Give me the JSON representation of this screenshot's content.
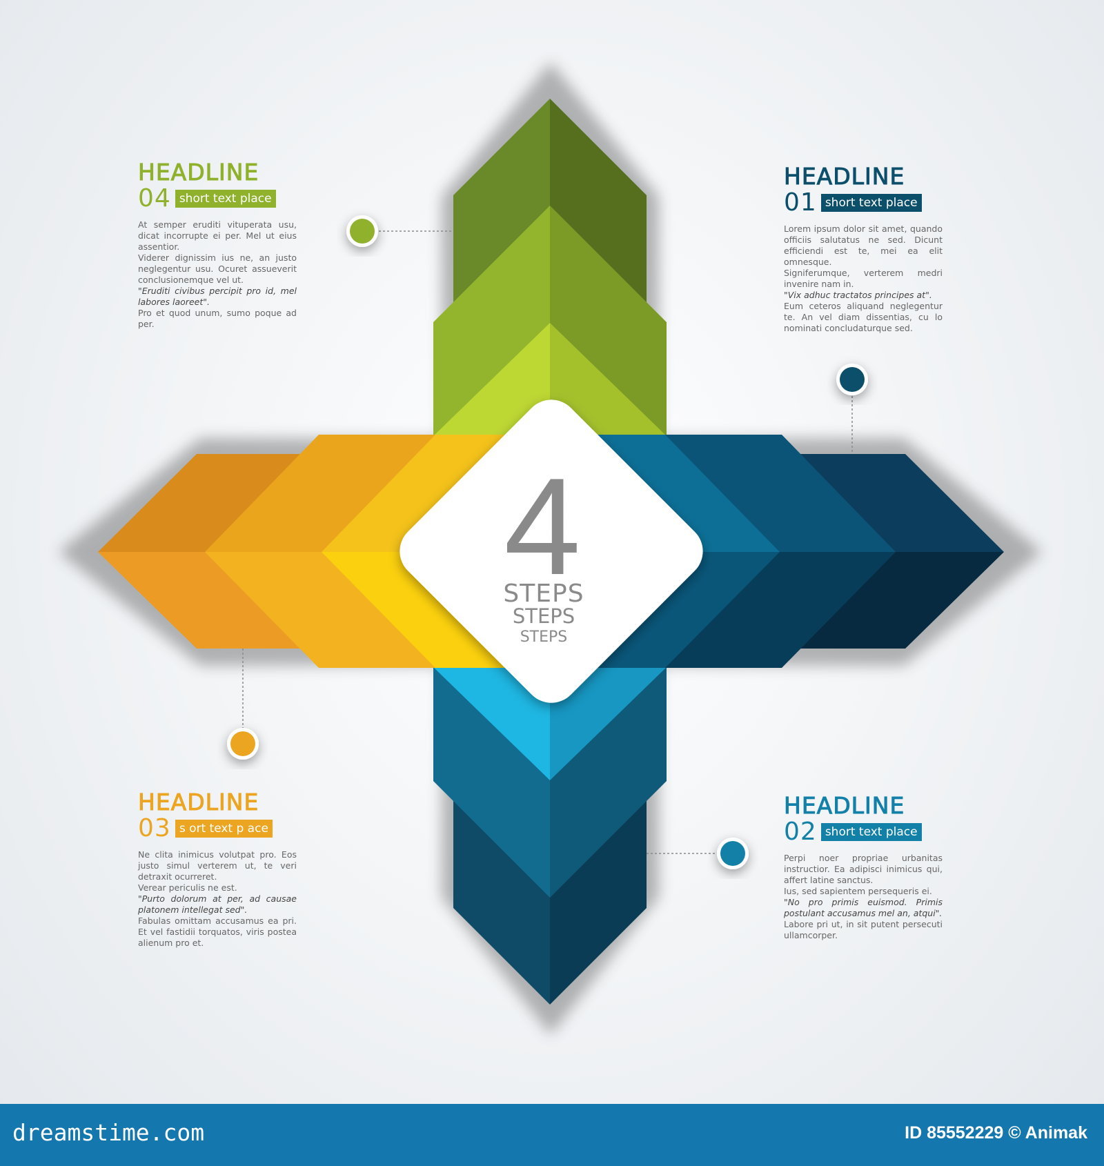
{
  "center": {
    "number": "4",
    "lines": [
      "STEPS",
      "STEPS",
      "STEPS"
    ]
  },
  "steps": [
    {
      "headline": "HEADLINE",
      "num": "01",
      "tag": "short text place",
      "color": "#0c4f6b",
      "body": [
        "Lorem ipsum dolor sit amet, quando officiis salutatus ne sed. Dicunt efficiendi est te, mei ea elit omnesque.",
        "Signiferumque, verterem medri invenire nam in.",
        "\"Vix adhuc tractatos principes at\".",
        "Eum ceteros aliquand neglegentur te. An vel diam dissentias, cu lo nominati concludaturque sed."
      ]
    },
    {
      "headline": "HEADLINE",
      "num": "02",
      "tag": "short text place",
      "color": "#1380a8",
      "body": [
        "Perpi noer propriae urbanitas instructior. Ea adipisci inimicus qui, affert latine sanctus.",
        "Ius, sed sapientem persequeris ei.",
        "\"No pro primis euismod. Primis postulant accusamus mel an, atqui\".",
        "Labore pri ut, in sit putent persecuti ullamcorper."
      ]
    },
    {
      "headline": "HEADLINE",
      "num": "03",
      "tag": "s  ort text p ace",
      "color": "#eba520",
      "body": [
        "Ne clita inimicus volutpat pro. Eos justo simul verterem ut, te veri detraxit ocurreret.",
        "Verear periculis ne est.",
        "\"Purto dolorum at per, ad causae platonem intellegat sed\".",
        "Fabulas omittam accusamus ea pri. Et vel fastidii torquatos, viris postea alienum pro et."
      ]
    },
    {
      "headline": "HEADLINE",
      "num": "04",
      "tag": "short text place",
      "color": "#8fb12b",
      "body": [
        "At semper eruditi vituperata usu, dicat incorrupte ei per. Mel ut eius assentior.",
        "Viderer dignissim ius ne, an justo neglegentur usu. Ocuret assueverit conclusionemque vel ut.",
        "\"Eruditi civibus percipit pro id, mel labores laoreet\".",
        "Pro et quod unum, sumo poque ad per."
      ]
    }
  ],
  "footer": {
    "logo": "dreamstime.com",
    "id_text": "ID 85552229 © Animak"
  }
}
